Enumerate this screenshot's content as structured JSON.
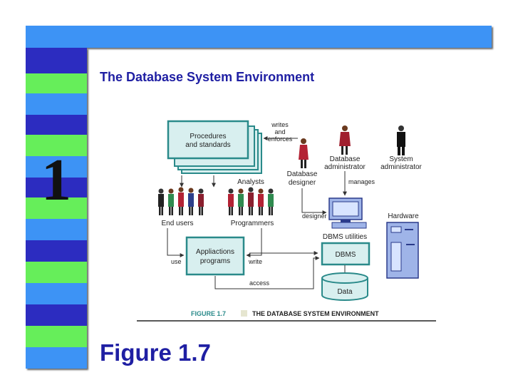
{
  "slide": {
    "title": "The Database System Environment",
    "chapter_number": "1",
    "caption": "Figure 1.7"
  },
  "colors": {
    "title_blue": "#1f1fa3",
    "topbar_blue": "#3d93f5",
    "stripe_blue": "#3d93f5",
    "stripe_green": "#66ee5a",
    "stripe_navy": "#2c2cc0",
    "diagram_teal": "#2a8a8a",
    "diagram_box_fill": "#d8efef"
  },
  "diagram": {
    "procedures_label_1": "Procedures",
    "procedures_label_2": "and standards",
    "writes_label_1": "writes",
    "writes_label_2": "and",
    "writes_label_3": "enforces",
    "db_designer_label_1": "Database",
    "db_designer_label_2": "designer",
    "dba_label_1": "Database",
    "dba_label_2": "administrator",
    "sysadmin_label_1": "System",
    "sysadmin_label_2": "administrator",
    "analysts_label": "Analysts",
    "end_users_label": "End users",
    "programmers_label": "Programmers",
    "manages_label": "manages",
    "designer_label": "designer",
    "hardware_label": "Hardware",
    "dbms_utilities_label": "DBMS utilities",
    "dbms_label": "DBMS",
    "app_label_1": "Appliactions",
    "app_label_2": "programs",
    "use_label": "use",
    "write_label": "write",
    "access_label": "access",
    "data_label": "Data",
    "figure_label": "FIGURE 1.7",
    "figure_title": "THE DATABASE SYSTEM ENVIRONMENT"
  }
}
